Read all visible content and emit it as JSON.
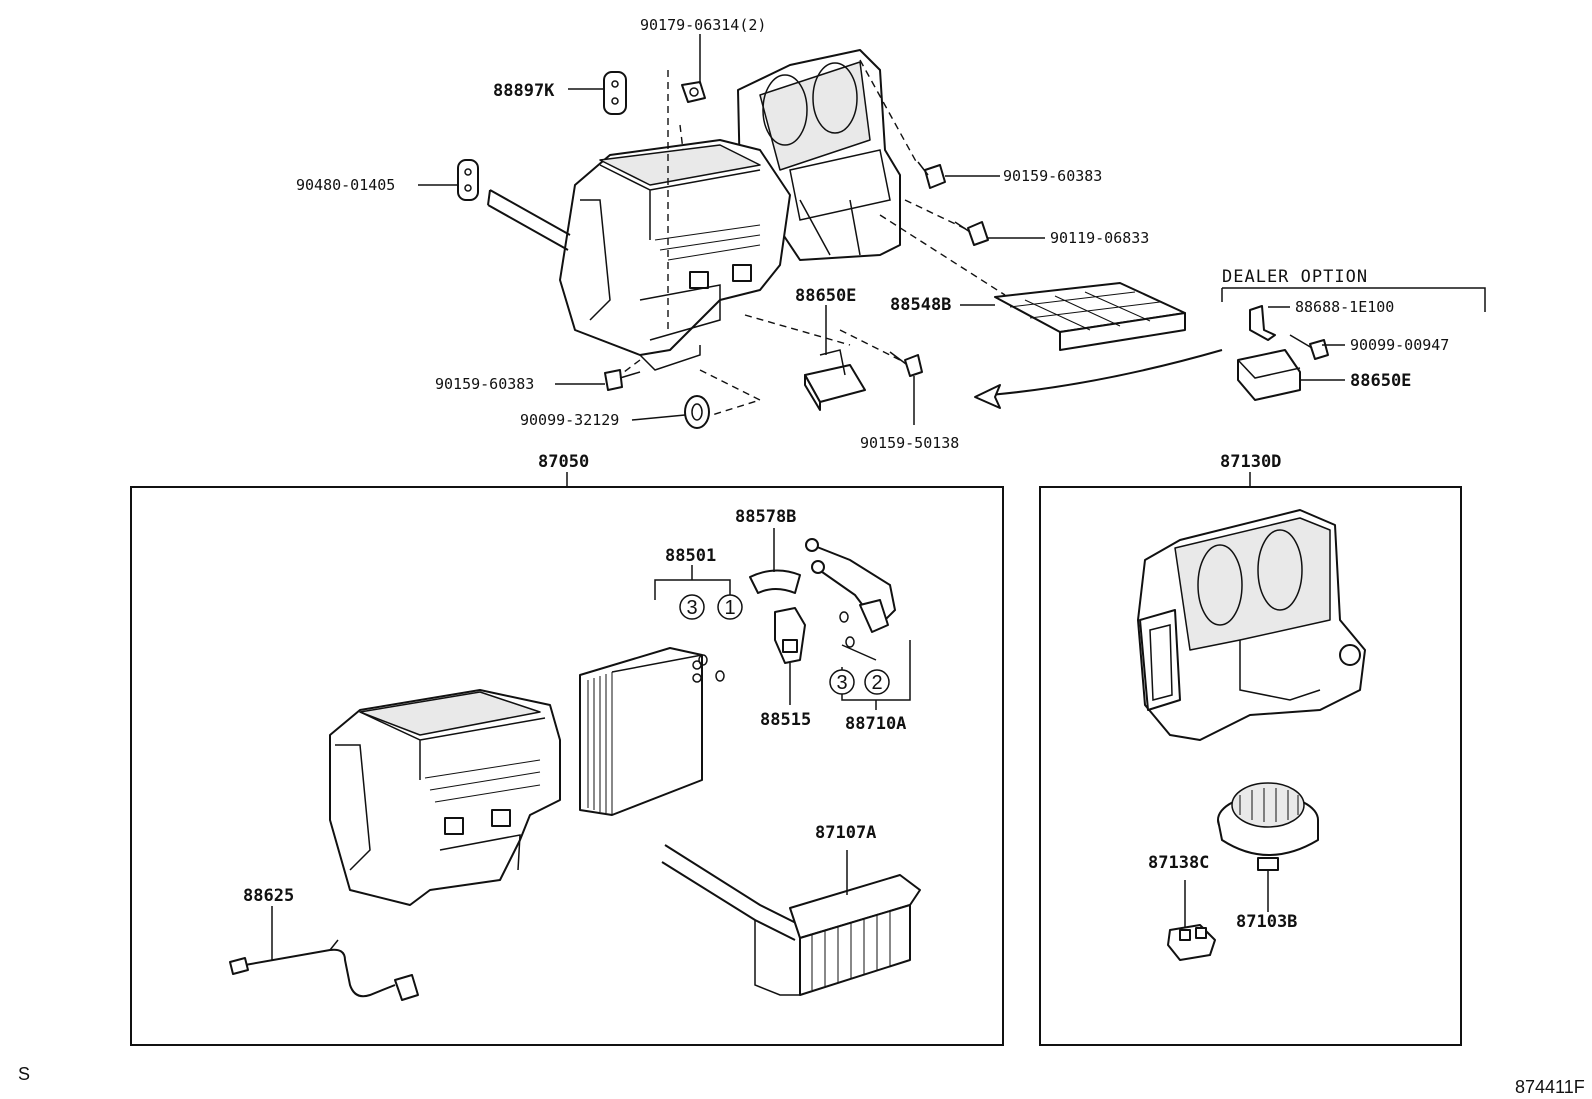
{
  "callouts": {
    "p_90179_06314": "90179-06314(2)",
    "p_88897k": "88897K",
    "p_90480_01405": "90480-01405",
    "p_90159_60383_top": "90159-60383",
    "p_90119_06833": "90119-06833",
    "p_88548b": "88548B",
    "p_88650e_mid": "88650E",
    "p_90159_60383_left": "90159-60383",
    "p_90099_32129": "90099-32129",
    "p_90159_50138": "90159-50138",
    "p_88688_1e100": "88688-1E100",
    "p_90099_00947": "90099-00947",
    "p_88650e_right": "88650E",
    "p_87050": "87050",
    "p_87130d": "87130D",
    "p_88578b": "88578B",
    "p_88501": "88501",
    "p_88515": "88515",
    "p_88710a": "88710A",
    "p_87107a": "87107A",
    "p_88625": "88625",
    "p_87138c": "87138C",
    "p_87103b": "87103B"
  },
  "dealer_option": "DEALER OPTION",
  "seal_numbers": {
    "seal_3_left": "3",
    "seal_1": "1",
    "seal_3_right": "3",
    "seal_2": "2"
  },
  "corner": {
    "page_mark": "S",
    "diagram_code": "874411F"
  }
}
